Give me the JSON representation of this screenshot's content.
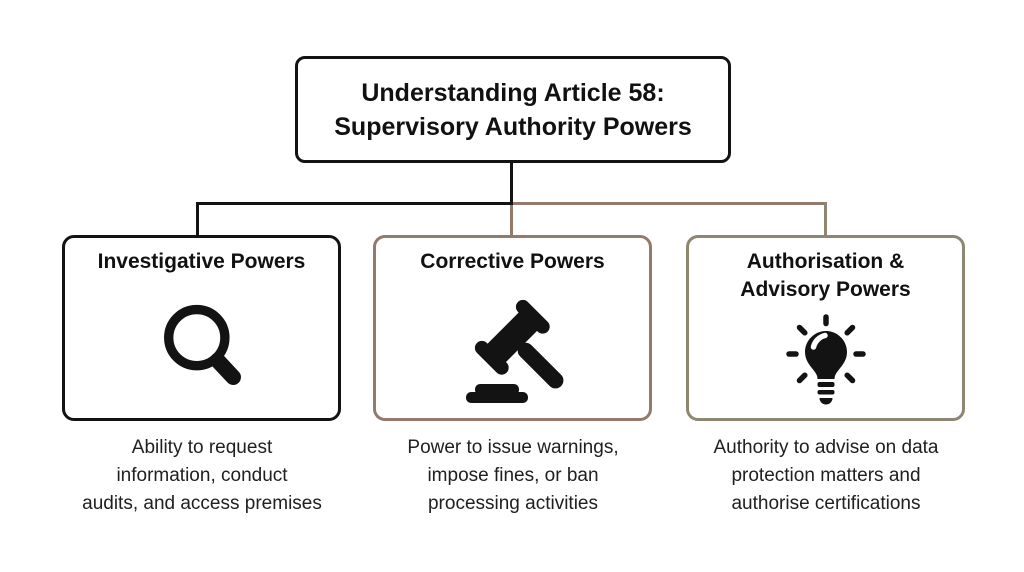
{
  "title": {
    "lines": [
      "Understanding Article 58:",
      "Supervisory Authority Powers"
    ]
  },
  "colors": {
    "background": "#ffffff",
    "black_line": "#131313",
    "brown_line": "#937a6a",
    "khaki_line": "#8f8672",
    "heading_text": "#111111",
    "caption_text": "#202020"
  },
  "branches": [
    {
      "id": "investigative",
      "title_lines": [
        "Investigative Powers"
      ],
      "icon": "magnifier-icon",
      "caption_lines": [
        "Ability to request",
        "information, conduct",
        "audits, and access premises"
      ]
    },
    {
      "id": "corrective",
      "title_lines": [
        "Corrective Powers"
      ],
      "icon": "gavel-icon",
      "caption_lines": [
        "Power to issue warnings,",
        "impose fines, or ban",
        "processing activities"
      ]
    },
    {
      "id": "authorisation",
      "title_lines": [
        "Authorisation &",
        "Advisory Powers"
      ],
      "icon": "lightbulb-icon",
      "caption_lines": [
        "Authority to advise on data",
        "protection matters and",
        "authorise certifications"
      ]
    }
  ]
}
